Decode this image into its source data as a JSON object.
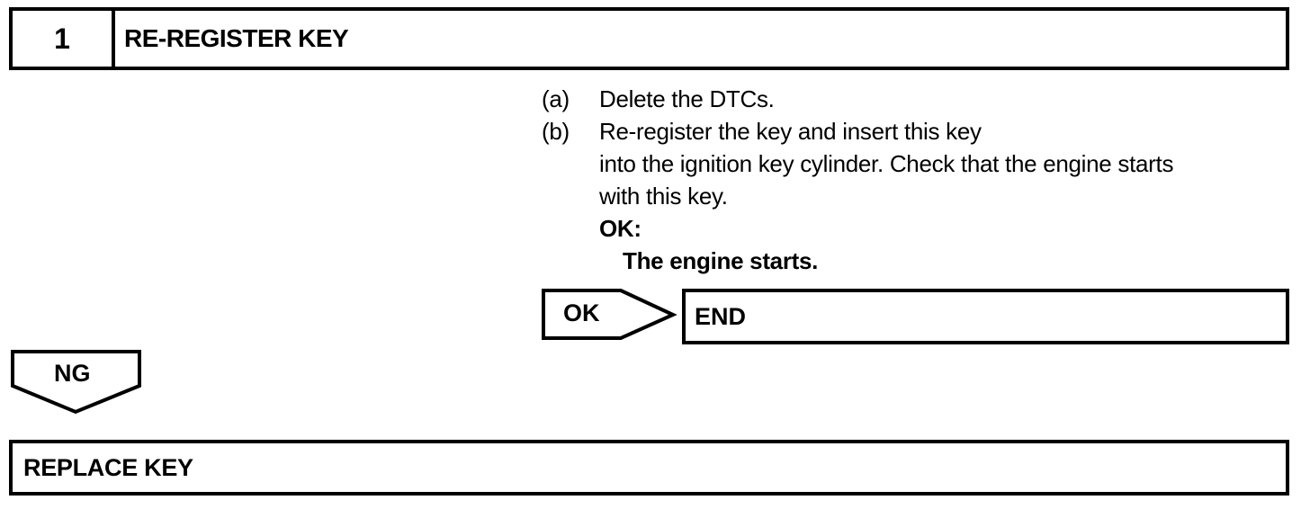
{
  "step": {
    "number": "1",
    "title": "RE-REGISTER KEY"
  },
  "instructions": [
    {
      "letter": "(a)",
      "lines": [
        "Delete the DTCs."
      ]
    },
    {
      "letter": "(b)",
      "lines": [
        "Re-register the key and insert this key",
        "into the ignition key cylinder. Check that the engine starts",
        "with this key."
      ]
    }
  ],
  "result": {
    "label": "OK:",
    "detail": "The engine starts."
  },
  "ok_branch": {
    "arrow_label": "OK",
    "target": "END"
  },
  "ng_branch": {
    "arrow_label": "NG",
    "target": "REPLACE KEY"
  }
}
